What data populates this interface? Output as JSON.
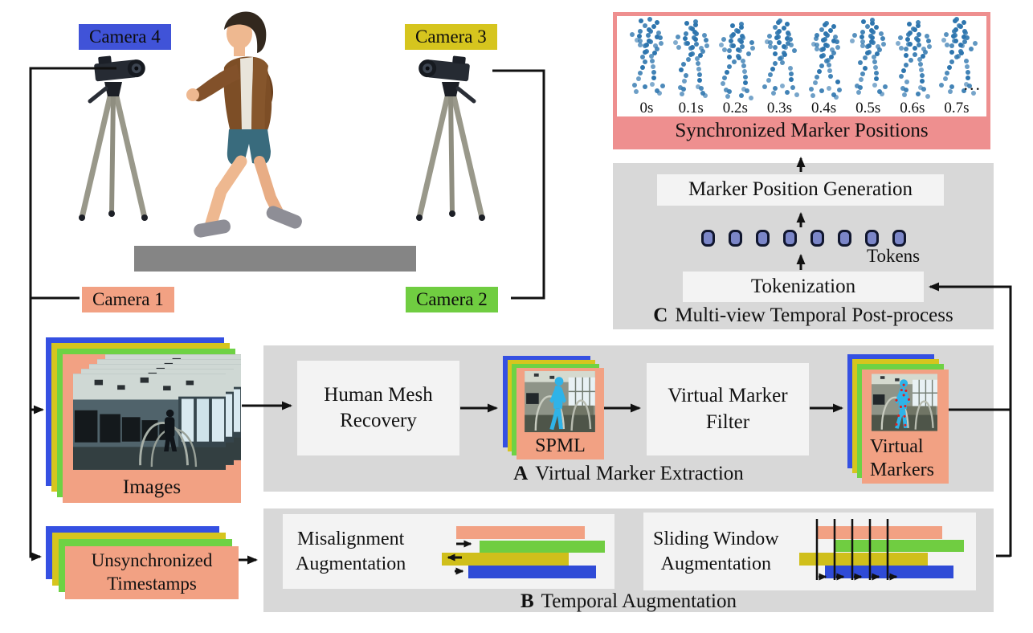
{
  "cameras": [
    {
      "label": "Camera 4",
      "color": "#4053d8"
    },
    {
      "label": "Camera 3",
      "color": "#d6c51e"
    },
    {
      "label": "Camera 1",
      "color": "#f2a183"
    },
    {
      "label": "Camera 2",
      "color": "#70cd41"
    }
  ],
  "sync_panel": {
    "caption": "Synchronized Marker Positions",
    "times": [
      "0s",
      "0.1s",
      "0.2s",
      "0.3s",
      "0.4s",
      "0.5s",
      "0.6s",
      "0.7s"
    ],
    "ellipsis": "...",
    "dot_color": "#2e75ae",
    "frame_color": "#ee8f8f",
    "marker_dots": [
      [
        16,
        2,
        1
      ],
      [
        23,
        0,
        0.9
      ],
      [
        28,
        4,
        1
      ],
      [
        18,
        8,
        0.85
      ],
      [
        25,
        9,
        1
      ],
      [
        13,
        15,
        0.9
      ],
      [
        20,
        13,
        1
      ],
      [
        27,
        15,
        0.95
      ],
      [
        33,
        17,
        0.8
      ],
      [
        14,
        21,
        1
      ],
      [
        21,
        20,
        0.9
      ],
      [
        28,
        22,
        1
      ],
      [
        12,
        27,
        0.75
      ],
      [
        19,
        27,
        1
      ],
      [
        26,
        28,
        0.9
      ],
      [
        15,
        33,
        0.85
      ],
      [
        22,
        32,
        1
      ],
      [
        29,
        33,
        0.7
      ],
      [
        5,
        19,
        0.8
      ],
      [
        36,
        23,
        0.9
      ],
      [
        3,
        26,
        0.6
      ],
      [
        38,
        30,
        0.75
      ],
      [
        8,
        32,
        0.7
      ],
      [
        34,
        37,
        0.85
      ],
      [
        15,
        41,
        1
      ],
      [
        22,
        40,
        0.9
      ],
      [
        28,
        42,
        1
      ],
      [
        18,
        47,
        0.85
      ],
      [
        25,
        46,
        0.75
      ],
      [
        13,
        53,
        0.9
      ],
      [
        27,
        52,
        0.8
      ],
      [
        11,
        60,
        1
      ],
      [
        29,
        59,
        0.7
      ],
      [
        9,
        67,
        0.85
      ],
      [
        31,
        66,
        0.9
      ],
      [
        8,
        74,
        0.7
      ],
      [
        32,
        73,
        1
      ],
      [
        4,
        82,
        0.8
      ],
      [
        13,
        84,
        0.9
      ],
      [
        27,
        81,
        0.6
      ],
      [
        36,
        83,
        0.85
      ],
      [
        8,
        90,
        0.7
      ],
      [
        30,
        89,
        0.9
      ],
      [
        38,
        92,
        0.65
      ]
    ]
  },
  "panel_c": {
    "tag": "C",
    "title": "Multi-view Temporal Post-process",
    "generation_box": "Marker Position Generation",
    "tokenization_box": "Tokenization",
    "tokens_label": "Tokens",
    "token_count": 8,
    "token_color": "#7b86c8"
  },
  "panel_a": {
    "tag": "A",
    "title": "Virtual Marker Extraction",
    "hmr_box": "Human Mesh Recovery",
    "filter_box": "Virtual Marker Filter",
    "spml_label": "SPML",
    "virtual_markers_label": [
      "Virtual",
      "Markers"
    ]
  },
  "panel_b": {
    "tag": "B",
    "title": "Temporal Augmentation",
    "misalignment_label": [
      "Misalignment",
      "Augmentation"
    ],
    "sliding_label": [
      "Sliding Window",
      "Augmentation"
    ]
  },
  "inputs": {
    "images_label": "Images",
    "timestamps_label": [
      "Unsynchronized",
      "Timestamps"
    ]
  },
  "palette": {
    "salmon": "#f2a183",
    "green": "#70cd41",
    "yellow": "#d0bf1b",
    "blue": "#3550e2",
    "panel_gray": "#d8d8d8",
    "box_white": "#f3f3f3",
    "pink": "#ee8f8f",
    "token_blue": "#7b86c8",
    "marker_dot": "#2e75ae"
  }
}
